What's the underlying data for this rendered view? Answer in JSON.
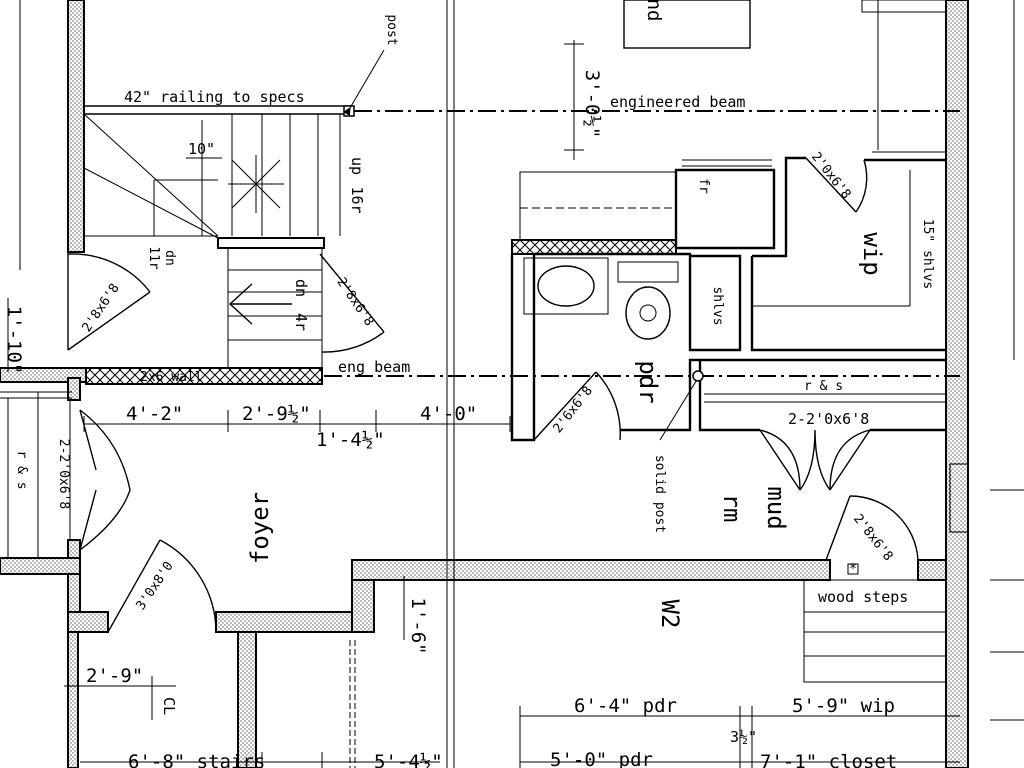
{
  "rooms": {
    "foyer": "foyer",
    "mud_rm_1": "mud",
    "mud_rm_2": "rm",
    "pdr": "pdr",
    "wip": "wip",
    "w2": "W2",
    "top_fragment": "nd"
  },
  "labels": {
    "railing": "42\" railing to specs",
    "post": "post",
    "engineered_beam": "engineered beam",
    "eng_beam": "eng beam",
    "wall_2x6": "2x6 wall",
    "stair_up": "up",
    "stair_up_risers": "16r",
    "stair_dn_left_1": "dn",
    "stair_dn_left_2": "11r",
    "stair_dn_right_1": "dn",
    "stair_dn_right_2": "4r",
    "tread": "10\"",
    "fr": "fr",
    "shlvs_pdr": "shlvs",
    "shlvs_wip": "15\" shlvs",
    "r_s_mud": "r & s",
    "r_s_left": "r & s",
    "solid_post": "solid post",
    "wood_steps": "wood steps",
    "cl_mark": "CL"
  },
  "doors": {
    "stair_left": "2'8x6'8",
    "stair_right": "2'8x6'8",
    "pdr": "2'6x6'8",
    "wip": "2'0x6'8",
    "mud_closet": "2-2'0x6'8",
    "mud_exterior": "2'8x6'8",
    "foyer_closet": "2-2'0x6'8",
    "front": "3'0x8'0"
  },
  "dimensions": {
    "d_4_2": "4'-2\"",
    "d_2_9_half": "2'-9½\"",
    "d_1_4_half": "1'-4½\"",
    "d_4_0": "4'-0\"",
    "d_3_0_half": "3'-0½\"",
    "d_1_10": "1'-10\"",
    "d_1_6": "1'-6\"",
    "d_2_9": "2'-9\"",
    "d_6_4_pdr": "6'-4\" pdr",
    "d_5_9_wip": "5'-9\" wip",
    "d_3_half": "3½\"",
    "d_6_8_stairs": "6'-8\" stairs",
    "d_5_4_half": "5'-4½\"",
    "d_5_0_pdr": "5'-0\" pdr",
    "d_7_1_closet": "7'-1\" closet"
  }
}
